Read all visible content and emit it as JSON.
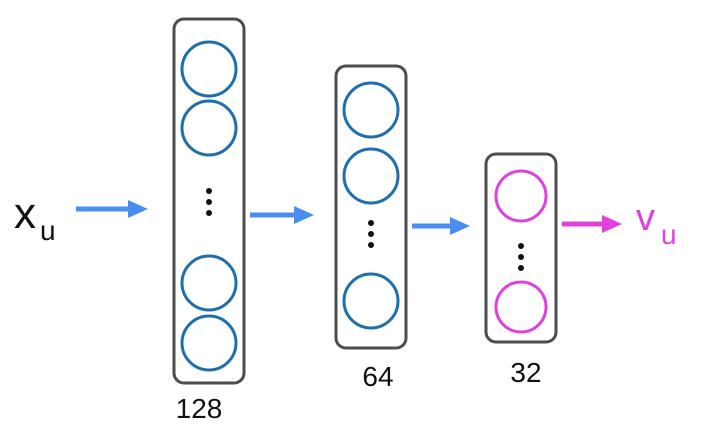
{
  "input": {
    "symbol": "x",
    "subscript": "u"
  },
  "output": {
    "symbol": "v",
    "subscript": "u"
  },
  "layers": [
    {
      "size_label": "128"
    },
    {
      "size_label": "64"
    },
    {
      "size_label": "32"
    }
  ],
  "colors": {
    "hidden_neuron": "#1f6fae",
    "output_neuron": "#e040e0",
    "arrow_hidden": "#4a8ef0",
    "arrow_output": "#e040e0",
    "box_border": "#4d4d4d"
  }
}
